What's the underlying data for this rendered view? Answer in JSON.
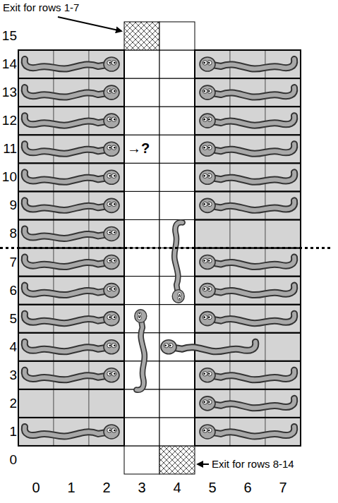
{
  "diagram": {
    "labels": [
      "Exit for rows 1-7",
      "15",
      "14",
      "13",
      "12",
      "11",
      "→?",
      "10",
      "9",
      "8",
      "7",
      "6",
      "5",
      "4",
      "3",
      "2",
      "1",
      "0",
      "Exit for rows 8-14",
      "0",
      "1",
      "2",
      "3",
      "4",
      "5",
      "6",
      "7"
    ]
  }
}
